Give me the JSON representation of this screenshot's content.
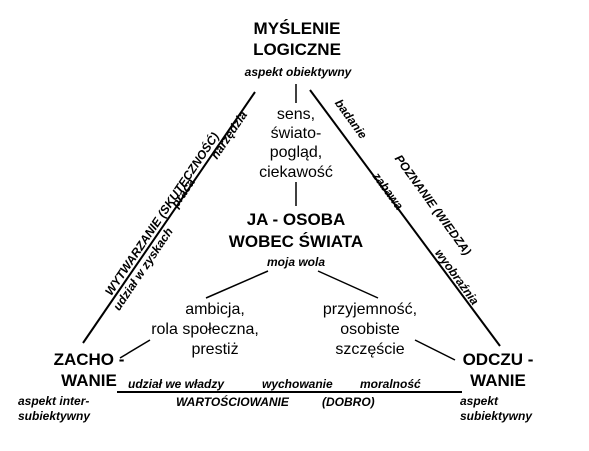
{
  "nodes": {
    "top": {
      "line1": "MYŚLENIE",
      "line2": "LOGICZNE",
      "aspect": "aspekt obiektywny"
    },
    "center": {
      "line1": "JA - OSOBA",
      "line2": "WOBEC ŚWIATA",
      "sub": "moja wola"
    },
    "left": {
      "line1": "ZACHO -",
      "line2": "WANIE",
      "aspect1": "aspekt inter-",
      "aspect2": "subiektywny"
    },
    "right": {
      "line1": "ODCZU -",
      "line2": "WANIE",
      "aspect1": "aspekt",
      "aspect2": "subiektywny"
    }
  },
  "inner": {
    "top": [
      "sens,",
      "świato-",
      "pogląd,",
      "ciekawość"
    ],
    "left": [
      "ambicja,",
      "rola społeczna,",
      "prestiż"
    ],
    "right": [
      "przyjemność,",
      "osobiste",
      "szczęście"
    ]
  },
  "edges": {
    "left": {
      "outer": "WYTWARZANIE (SKUTECZNOŚĆ)",
      "inner1": "praca",
      "inner2": "narzędzia",
      "inner3": "udział w zyskach"
    },
    "right": {
      "outer": "POZNANIE (WIEDZA)",
      "inner1": "badanie",
      "inner2": "zabawa",
      "inner3": "wyobraźnia"
    },
    "bottom": {
      "top1": "udział we władzy",
      "top2": "wychowanie",
      "top3": "moralność",
      "under1": "WARTOŚCIOWANIE",
      "under2": "(DOBRO)"
    }
  }
}
